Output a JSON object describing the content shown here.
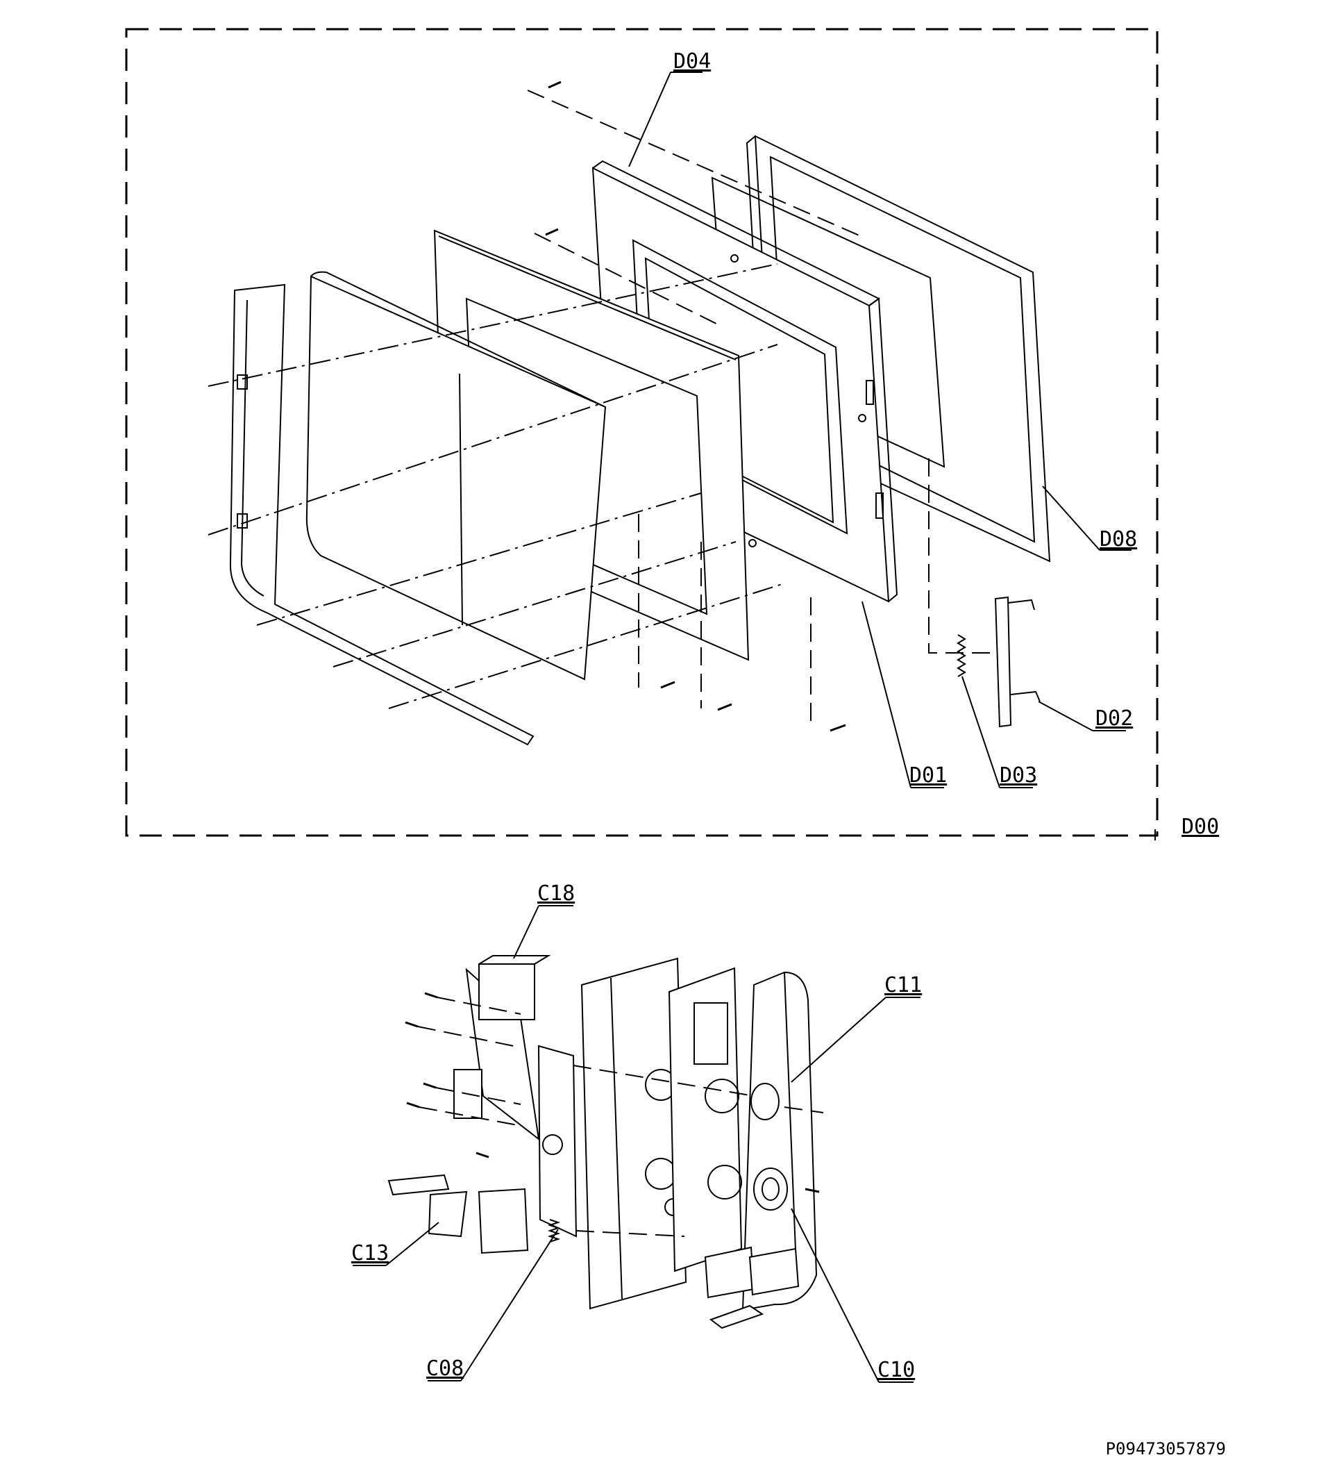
{
  "labels": {
    "d04": "D04",
    "d08": "D08",
    "d02": "D02",
    "d03": "D03",
    "d01": "D01",
    "d00": "D00",
    "c18": "C18",
    "c11": "C11",
    "c13": "C13",
    "c08": "C08",
    "c10": "C10"
  },
  "footer": {
    "code": "P09473057879"
  }
}
